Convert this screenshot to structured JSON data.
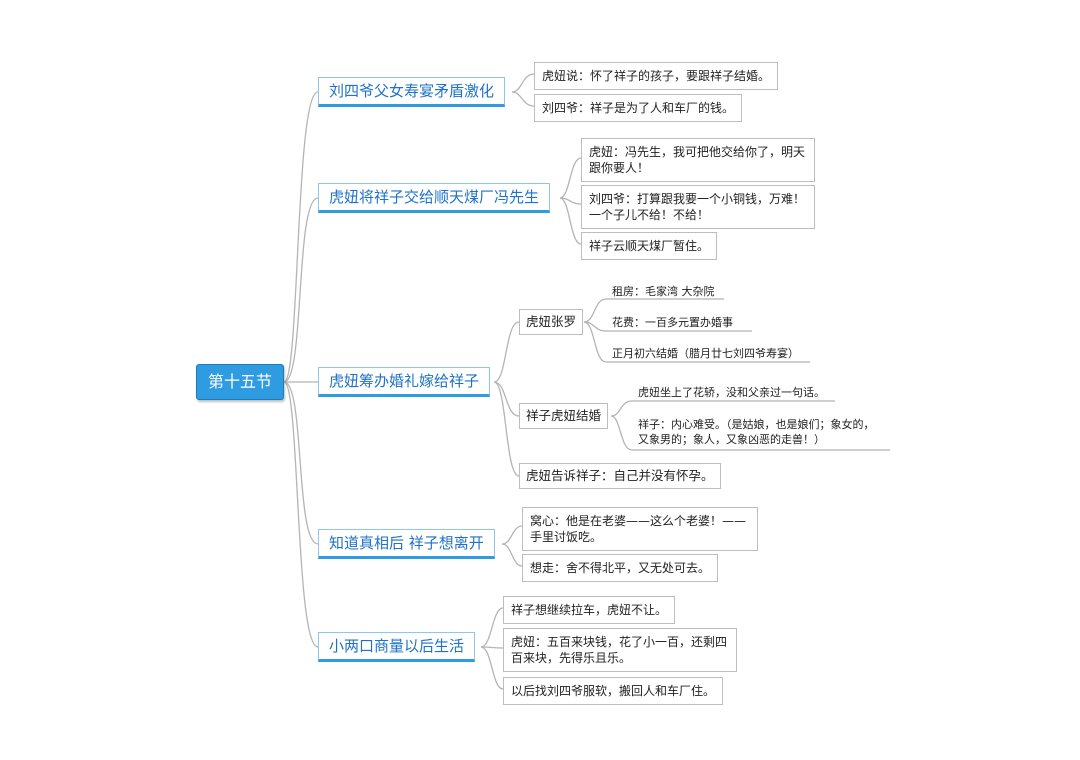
{
  "root": {
    "label": "第十五节"
  },
  "branches": [
    {
      "label": "刘四爷父女寿宴矛盾激化",
      "leaves": [
        "虎妞说：怀了祥子的孩子，要跟祥子结婚。",
        "刘四爷：祥子是为了人和车厂的钱。"
      ]
    },
    {
      "label": "虎妞将祥子交给顺天煤厂冯先生",
      "leaves": [
        "虎妞：冯先生，我可把他交给你了，明天跟你要人！",
        "刘四爷：打算跟我要一个小铜钱，万难！一个子儿不给！不给！",
        "祥子云顺天煤厂暂住。"
      ]
    },
    {
      "label": "虎妞筹办婚礼嫁给祥子",
      "subs": [
        {
          "label": "虎妞张罗",
          "items": [
            "租房：毛家湾 大杂院",
            "花费：一百多元置办婚事",
            "正月初六结婚（腊月廿七刘四爷寿宴）"
          ]
        },
        {
          "label": "祥子虎妞结婚",
          "items": [
            "虎妞坐上了花轿，没和父亲过一句话。",
            "祥子：内心难受。（是姑娘，也是娘们；象女的，又象男的；象人，又象凶恶的走兽！）"
          ]
        },
        {
          "label": "虎妞告诉祥子：自己并没有怀孕。",
          "items": []
        }
      ]
    },
    {
      "label": "知道真相后 祥子想离开",
      "leaves": [
        "窝心：他是在老婆——这么个老婆！——手里讨饭吃。",
        "想走：舍不得北平，又无处可去。"
      ]
    },
    {
      "label": "小两口商量以后生活",
      "leaves": [
        "祥子想继续拉车，虎妞不让。",
        "虎妞：五百来块钱，花了小一百，还剩四百来块，先得乐且乐。",
        "以后找刘四爷服软，搬回人和车厂住。"
      ]
    }
  ]
}
